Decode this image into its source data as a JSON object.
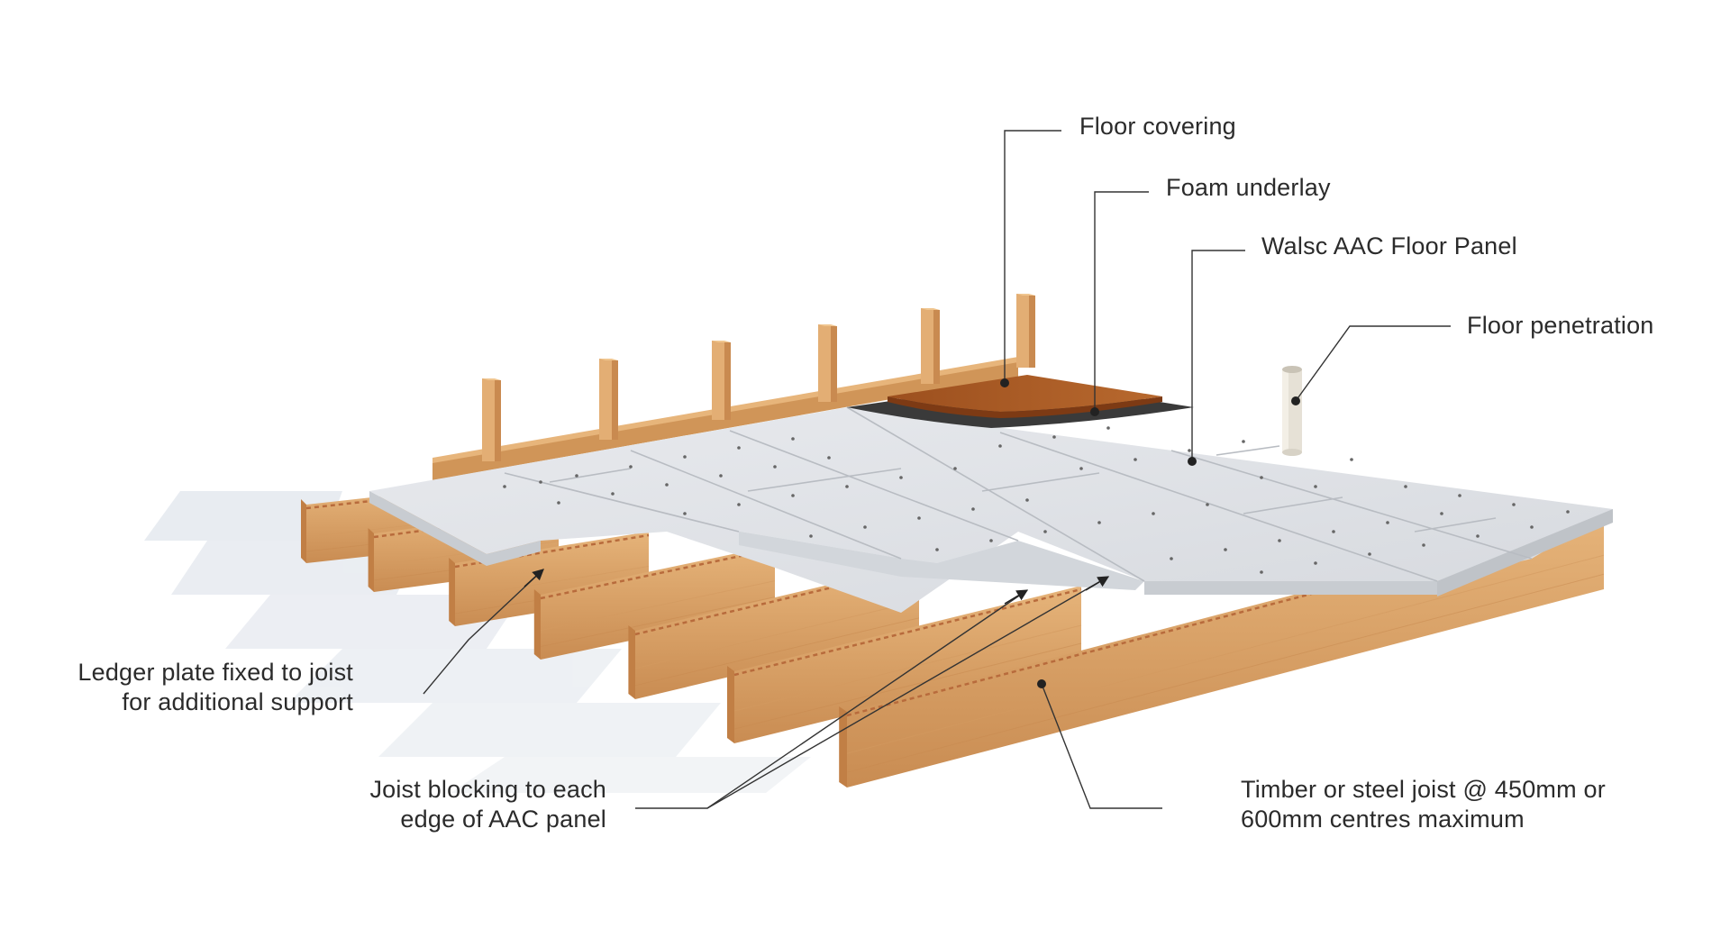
{
  "callouts": {
    "floor_covering": "Floor covering",
    "foam_underlay": "Foam underlay",
    "aac_floor_panel": "Walsc AAC Floor Panel",
    "floor_penetration": "Floor penetration",
    "ledger_plate": {
      "line1": "Ledger plate fixed to joist",
      "line2": "for additional support"
    },
    "joist_blocking": {
      "line1": "Joist blocking to each",
      "line2": "edge of AAC panel"
    },
    "joist_spacing": {
      "line1": "Timber or steel joist @ 450mm or",
      "line2": "600mm centres maximum"
    }
  },
  "colors": {
    "timber": "#d9a56a",
    "timber_dark": "#b87a45",
    "timber_light": "#e8bd8a",
    "aac_panel": "#dfe2e6",
    "aac_panel_edge": "#c4c8cd",
    "floor_covering": "#a85a26",
    "foam_underlay": "#3a3a3a",
    "leader_line": "#333333",
    "text": "#2b2b2b"
  }
}
